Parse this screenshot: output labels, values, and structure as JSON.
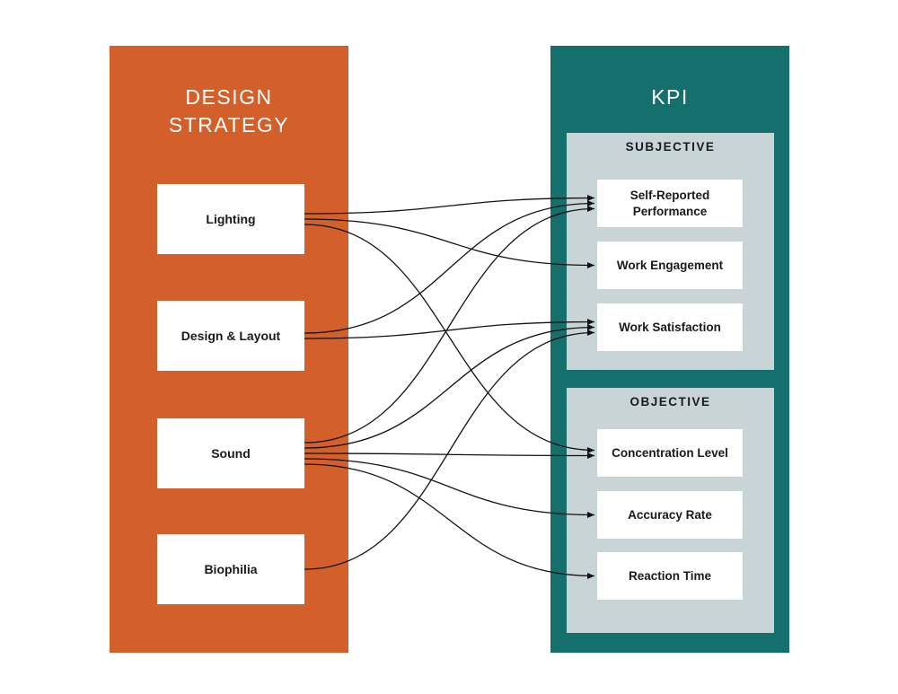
{
  "diagram": {
    "colors": {
      "left_panel": "#D3602B",
      "right_panel": "#15706D",
      "subpanel": "#C9D4D6",
      "box": "#FFFFFF",
      "connector": "#111111",
      "title_text": "#FFFFFF",
      "label_text": "#1A1A1A"
    },
    "left_panel": {
      "title": "DESIGN\nSTRATEGY",
      "items": [
        {
          "id": "lighting",
          "label": "Lighting"
        },
        {
          "id": "design-layout",
          "label": "Design & Layout"
        },
        {
          "id": "sound",
          "label": "Sound"
        },
        {
          "id": "biophilia",
          "label": "Biophilia"
        }
      ]
    },
    "right_panel": {
      "title": "KPI",
      "groups": [
        {
          "id": "subjective",
          "title": "SUBJECTIVE",
          "items": [
            {
              "id": "self-reported-performance",
              "label": "Self-Reported Performance"
            },
            {
              "id": "work-engagement",
              "label": "Work Engagement"
            },
            {
              "id": "work-satisfaction",
              "label": "Work Satisfaction"
            }
          ]
        },
        {
          "id": "objective",
          "title": "OBJECTIVE",
          "items": [
            {
              "id": "concentration-level",
              "label": "Concentration Level"
            },
            {
              "id": "accuracy-rate",
              "label": "Accuracy Rate"
            },
            {
              "id": "reaction-time",
              "label": "Reaction Time"
            }
          ]
        }
      ]
    },
    "connections": [
      {
        "from": "lighting",
        "to": "self-reported-performance"
      },
      {
        "from": "lighting",
        "to": "work-engagement"
      },
      {
        "from": "lighting",
        "to": "concentration-level"
      },
      {
        "from": "design-layout",
        "to": "self-reported-performance"
      },
      {
        "from": "design-layout",
        "to": "work-satisfaction"
      },
      {
        "from": "sound",
        "to": "self-reported-performance"
      },
      {
        "from": "sound",
        "to": "work-satisfaction"
      },
      {
        "from": "sound",
        "to": "concentration-level"
      },
      {
        "from": "sound",
        "to": "accuracy-rate"
      },
      {
        "from": "sound",
        "to": "reaction-time"
      },
      {
        "from": "biophilia",
        "to": "work-satisfaction"
      }
    ]
  }
}
